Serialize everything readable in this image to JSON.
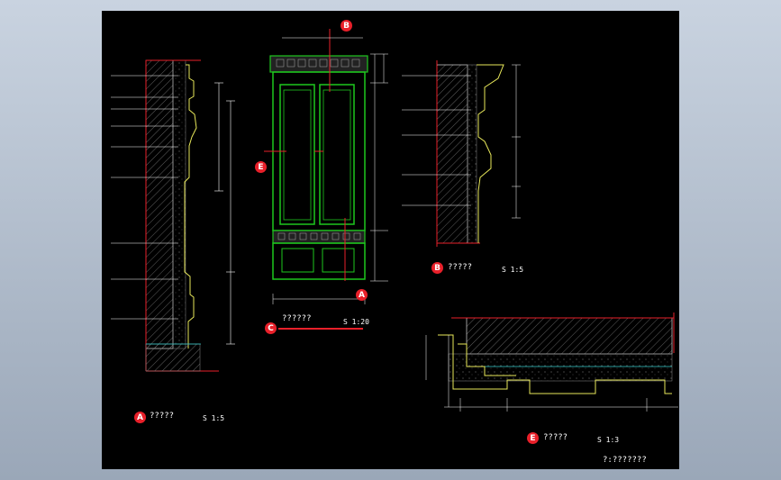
{
  "drawing": {
    "detail_a": {
      "tag": "A",
      "title": "?????",
      "scale": "S 1:5"
    },
    "detail_b": {
      "tag": "B",
      "title": "?????",
      "scale": "S 1:5"
    },
    "detail_c": {
      "tag": "C",
      "title": "??????",
      "scale": "S 1:20"
    },
    "detail_e": {
      "tag": "E",
      "title": "?????",
      "scale": "S 1:3"
    },
    "callout_b": "B",
    "callout_e": "E",
    "callout_a": "A",
    "footer": "?:???????"
  },
  "colors": {
    "background": "#000000",
    "red": "#e8202a",
    "green": "#1ec81e",
    "yellow": "#e8e85a",
    "white": "#ffffff"
  }
}
